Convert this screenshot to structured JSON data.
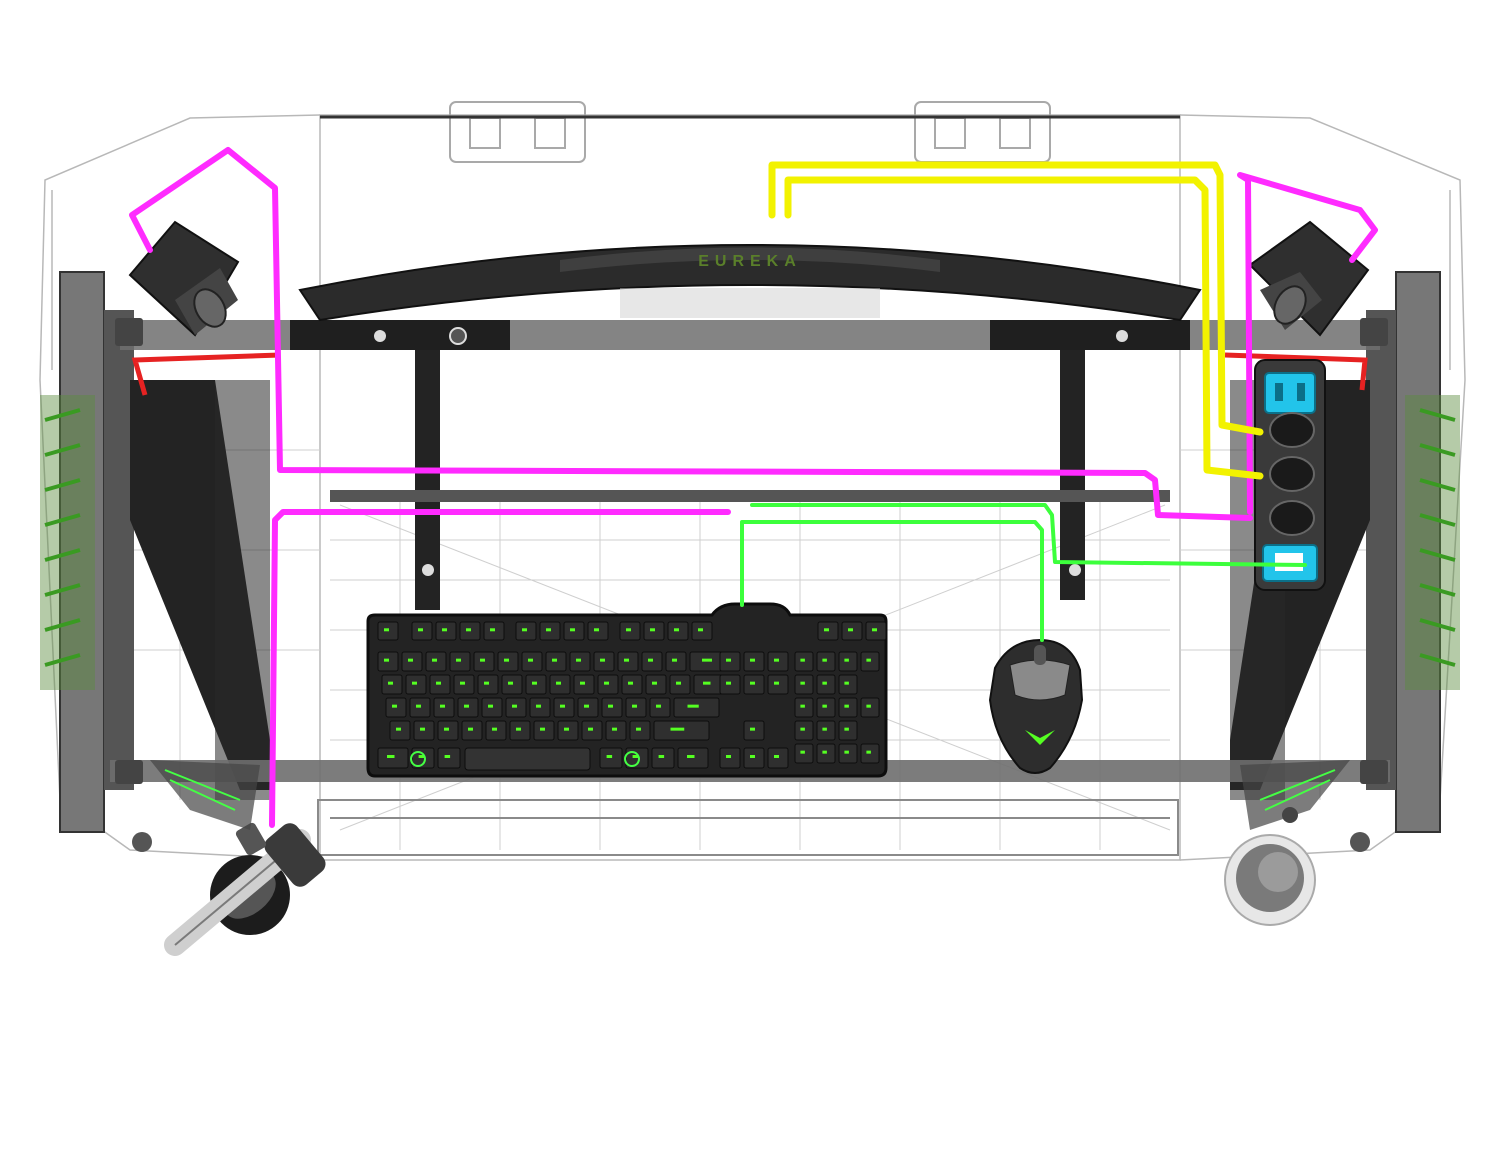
{
  "diagram": {
    "logo_text": "EUREKA",
    "colors": {
      "background": "#ffffff",
      "frame_line": "#b8b8b8",
      "frame_dark": "#2b2b2b",
      "steel": "#6e6e6e",
      "power_cable": "#ff2bff",
      "monitor_cable": "#f2f200",
      "data_cable": "#3cff3c",
      "accent_green": "#55ff22",
      "hook_red": "#e62222",
      "outlet_blue": "#22c4ea"
    },
    "components": [
      {
        "id": "monitor",
        "icon": "curved-monitor-icon"
      },
      {
        "id": "left-speaker",
        "icon": "speaker-icon"
      },
      {
        "id": "right-speaker",
        "icon": "speaker-icon"
      },
      {
        "id": "keyboard",
        "icon": "keyboard-icon"
      },
      {
        "id": "mouse",
        "icon": "gaming-mouse-icon"
      },
      {
        "id": "power-strip",
        "icon": "power-strip-icon"
      },
      {
        "id": "headphone-hook",
        "icon": "headphones-icon"
      },
      {
        "id": "cup-holder",
        "icon": "cup-icon"
      }
    ],
    "cables": [
      {
        "id": "power-cables",
        "color": "#ff2bff"
      },
      {
        "id": "monitor-cable",
        "color": "#f2f200"
      },
      {
        "id": "data-cables",
        "color": "#3cff3c"
      }
    ]
  }
}
